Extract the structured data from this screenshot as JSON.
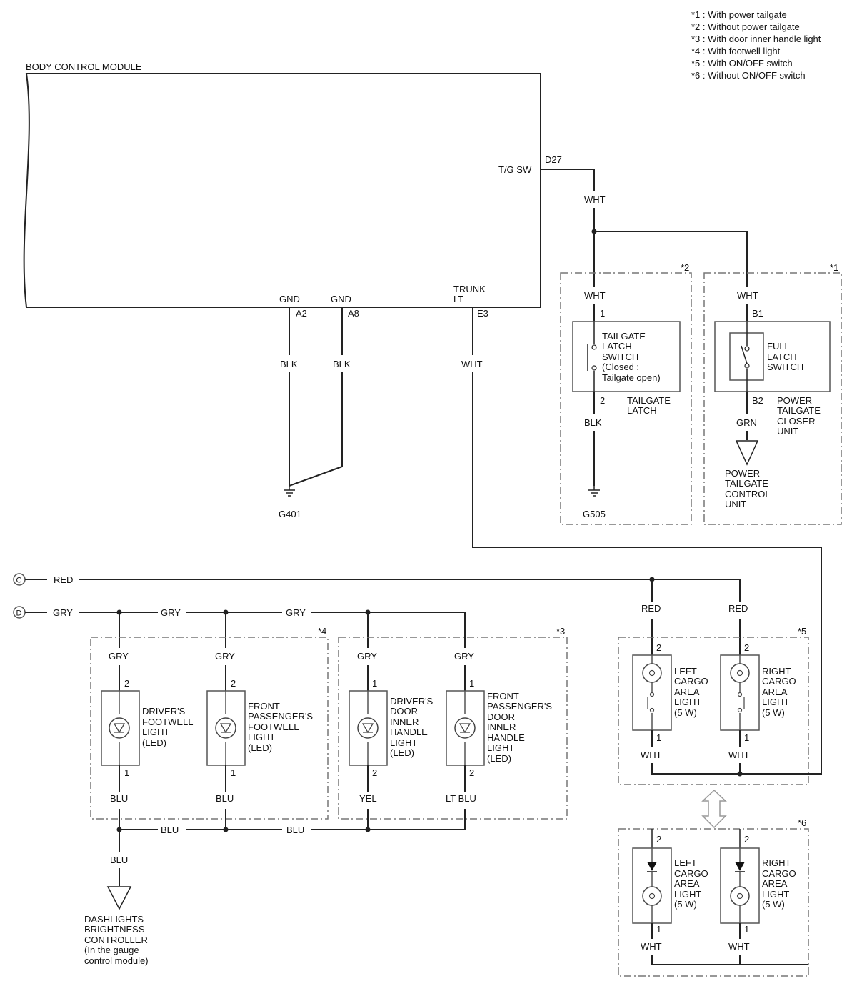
{
  "notes": [
    "*1 : With power tailgate",
    "*2 : Without power tailgate",
    "*3 : With door inner handle light",
    "*4 : With footwell light",
    "*5 : With ON/OFF switch",
    "*6 : Without ON/OFF switch"
  ],
  "bcm": {
    "title": "BODY CONTROL MODULE",
    "tg_sw": "T/G SW",
    "d27": "D27",
    "gnd": "GND",
    "a2": "A2",
    "a8": "A8",
    "trunk_lt_1": "TRUNK",
    "trunk_lt_2": "LT",
    "e3": "E3"
  },
  "wires": {
    "wht": "WHT",
    "blk": "BLK",
    "grn": "GRN",
    "red": "RED",
    "gry": "GRY",
    "blu": "BLU",
    "yel": "YEL",
    "lt_blu": "LT BLU"
  },
  "grounds": {
    "g401": "G401",
    "g505": "G505"
  },
  "pins": {
    "p1": "1",
    "p2": "2",
    "b1": "B1",
    "b2": "B2"
  },
  "variants": {
    "v1": "*1",
    "v2": "*2",
    "v3": "*3",
    "v4": "*4",
    "v5": "*5",
    "v6": "*6"
  },
  "connectors": {
    "c": "C",
    "d": "D"
  },
  "tailgate_latch": {
    "switch": [
      "TAILGATE",
      "LATCH",
      "SWITCH",
      "(Closed :",
      "Tailgate open)"
    ],
    "unit": [
      "TAILGATE",
      "LATCH"
    ]
  },
  "full_latch": {
    "switch": [
      "FULL",
      "LATCH",
      "SWITCH"
    ],
    "unit": [
      "POWER",
      "TAILGATE",
      "CLOSER",
      "UNIT"
    ]
  },
  "ptg_control": [
    "POWER",
    "TAILGATE",
    "CONTROL",
    "UNIT"
  ],
  "drv_footwell": [
    "DRIVER'S",
    "FOOTWELL",
    "LIGHT",
    "(LED)"
  ],
  "fp_footwell": [
    "FRONT",
    "PASSENGER'S",
    "FOOTWELL",
    "LIGHT",
    "(LED)"
  ],
  "drv_door": [
    "DRIVER'S",
    "DOOR",
    "INNER",
    "HANDLE",
    "LIGHT",
    "(LED)"
  ],
  "fp_door": [
    "FRONT",
    "PASSENGER'S",
    "DOOR",
    "INNER",
    "HANDLE",
    "LIGHT",
    "(LED)"
  ],
  "left_cargo": [
    "LEFT",
    "CARGO",
    "AREA",
    "LIGHT",
    "(5 W)"
  ],
  "right_cargo": [
    "RIGHT",
    "CARGO",
    "AREA",
    "LIGHT",
    "(5 W)"
  ],
  "dash_ctrl": [
    "DASHLIGHTS",
    "BRIGHTNESS",
    "CONTROLLER",
    "(In the gauge",
    "control module)"
  ]
}
